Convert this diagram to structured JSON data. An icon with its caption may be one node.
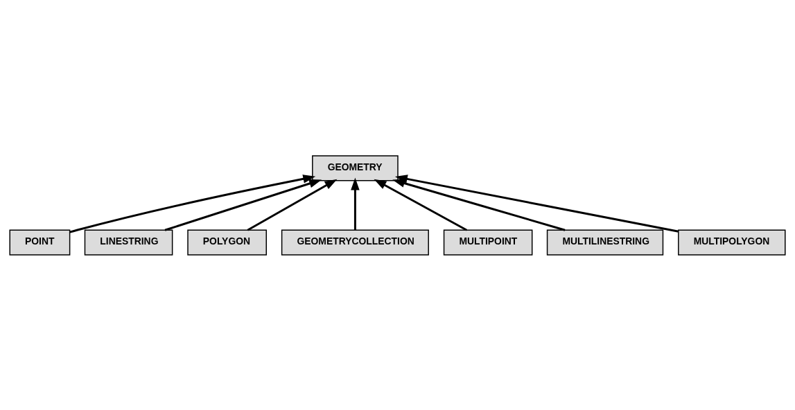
{
  "diagram": {
    "nodes": [
      {
        "text": [
          "GEOMETRY"
        ]
      },
      {
        "text": [
          "POINT"
        ]
      },
      {
        "text": [
          "LINESTRING"
        ]
      },
      {
        "text": [
          "POLYGON"
        ]
      },
      {
        "text": [
          "GEOMETRYCOLLECTION"
        ]
      },
      {
        "text": [
          "MULTIPOINT"
        ]
      },
      {
        "text": [
          "MULTILINESTRING"
        ]
      },
      {
        "text": [
          "MULTIPOLYGON"
        ]
      }
    ],
    "edges": [
      {
        "from": 1,
        "to": 0,
        "arrow": "to"
      },
      {
        "from": 2,
        "to": 0,
        "arrow": "to"
      },
      {
        "from": 3,
        "to": 0,
        "arrow": "to"
      },
      {
        "from": 4,
        "to": 0,
        "arrow": "to"
      },
      {
        "from": 5,
        "to": 0,
        "arrow": "to"
      },
      {
        "from": 6,
        "to": 0,
        "arrow": "to"
      },
      {
        "from": 7,
        "to": 0,
        "arrow": "to"
      }
    ]
  }
}
